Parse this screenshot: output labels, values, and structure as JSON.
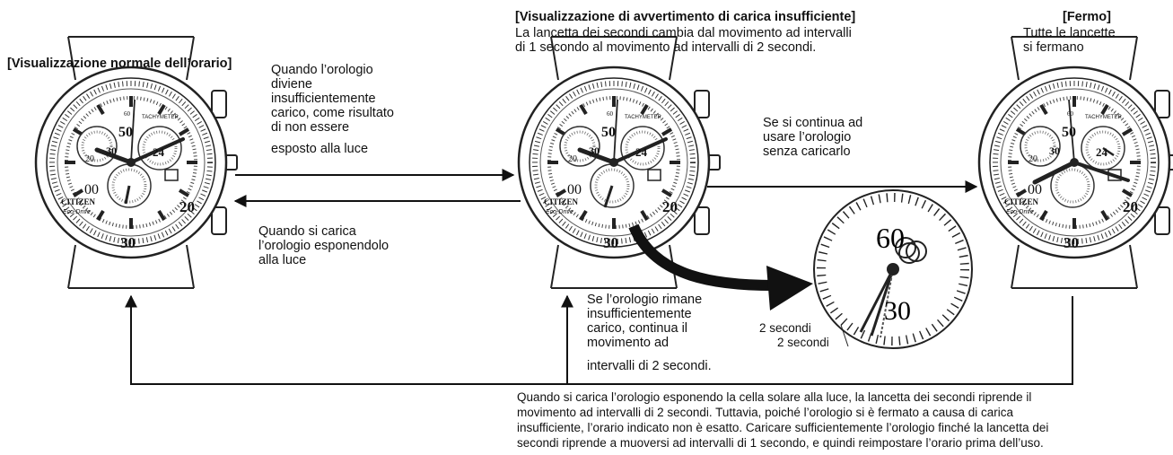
{
  "headings": {
    "normal": "[Visualizzazione normale dell’orario]",
    "warning": "[Visualizzazione di avvertimento di carica insufficiente]",
    "stop": "[Fermo]"
  },
  "warning_desc": [
    "La lancetta dei secondi cambia dal movimento ad intervalli",
    "di 1 secondo al movimento ad intervalli di 2 secondi."
  ],
  "stop_desc": [
    "Tutte le lancette",
    "si fermano"
  ],
  "arrow_forward_label": [
    "Quando l’orologio",
    "diviene",
    "insufficientemente",
    "carico, come risultato",
    "di non essere",
    "esposto alla luce"
  ],
  "arrow_back_label": [
    "Quando si carica",
    "l’orologio esponendolo",
    "alla luce"
  ],
  "arrow_stop_label": [
    "Se si continua ad",
    "usare l’orologio",
    "senza caricarlo"
  ],
  "remain_label": [
    "Se l’orologio rimane",
    "insufficientemente",
    "carico, continua il",
    "movimento ad",
    "intervalli di 2 secondi."
  ],
  "zoom": {
    "label_1": "2 secondi",
    "label_2": "2 secondi",
    "num_60": "60",
    "num_30": "30"
  },
  "bottom_note": [
    "Quando si carica l’orologio esponendo la cella solare alla luce, la lancetta dei secondi riprende il",
    "movimento ad intervalli di 2 secondi. Tuttavia, poiché l’orologio si è fermato a causa di carica",
    "insufficiente, l’orario indicato non è esatto. Caricare sufficientemente l’orologio finché la lancetta dei",
    "secondi riprende a muoversi ad intervalli di 1 secondo, e quindi reimpostare l’orario prima dell’uso."
  ],
  "dial": {
    "tachymeter": "TACHYMETER",
    "brand": "CITIZEN",
    "model": "Eco-Drive",
    "sub_24": "24",
    "sub_30": "30",
    "sub_20": "20",
    "sub_00": "00",
    "big_50": "50",
    "big_20": "20",
    "big_30": "30",
    "marker_60": "60"
  }
}
